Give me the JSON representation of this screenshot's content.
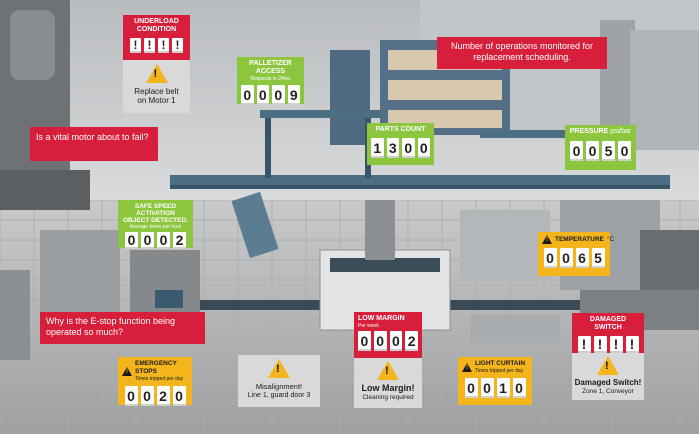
{
  "underload": {
    "title": "UNDERLOAD CONDITION",
    "digits": [
      "!",
      "!",
      "!",
      "!"
    ],
    "caption_line1": "Replace belt",
    "caption_line2": "on Motor 1"
  },
  "palletizer": {
    "title": "PALLETIZER ACCESS",
    "subtitle": "Requests in 24hrs",
    "digits": [
      "0",
      "0",
      "0",
      "9"
    ]
  },
  "operations_note": {
    "text": "Number of operations monitored for replacement scheduling."
  },
  "vital_motor": {
    "text": "Is a vital motor about to fail?"
  },
  "parts_count": {
    "title": "PARTS COUNT",
    "digits": [
      "1",
      "3",
      "0",
      "0"
    ]
  },
  "pressure": {
    "title": "PRESSURE",
    "unit": "psi/bar",
    "digits": [
      "0",
      "0",
      "5",
      "0"
    ]
  },
  "safe_speed": {
    "title_line1": "SAFE SPEED ACTIVATION",
    "title_line2": "OBJECT DETECTED.",
    "subtitle": "Average times per hour",
    "digits": [
      "0",
      "0",
      "0",
      "2"
    ]
  },
  "temperature": {
    "title": "TEMPERATURE",
    "unit": "°C",
    "digits": [
      "0",
      "0",
      "6",
      "5"
    ]
  },
  "estop_question": {
    "text": "Why is the E-stop function being operated so much?"
  },
  "low_margin": {
    "title": "LOW MARGIN",
    "subtitle": "Per week",
    "digits": [
      "0",
      "0",
      "0",
      "2"
    ],
    "caption_title": "Low Margin!",
    "caption_sub": "Cleaning required"
  },
  "damaged_switch": {
    "title": "DAMAGED SWITCH",
    "digits": [
      "!",
      "!",
      "!",
      "!"
    ],
    "caption_title": "Damaged Switch!",
    "caption_sub": "Zone 1, Conveyor"
  },
  "emergency_stops": {
    "title": "EMERGENCY STOPS",
    "subtitle": "Times tripped per day",
    "digits": [
      "0",
      "0",
      "2",
      "0"
    ]
  },
  "misalignment": {
    "caption_title": "Misalignment!",
    "caption_sub": "Line 1, guard door 3"
  },
  "light_curtain": {
    "title": "LIGHT CURTAIN",
    "subtitle": "Times tripped per day",
    "digits": [
      "0",
      "0",
      "1",
      "0"
    ]
  },
  "colors": {
    "green": "#8cc63f",
    "red": "#d71f3c",
    "yellow": "#f3b51b"
  },
  "icons": [
    "warning-triangle-icon"
  ]
}
